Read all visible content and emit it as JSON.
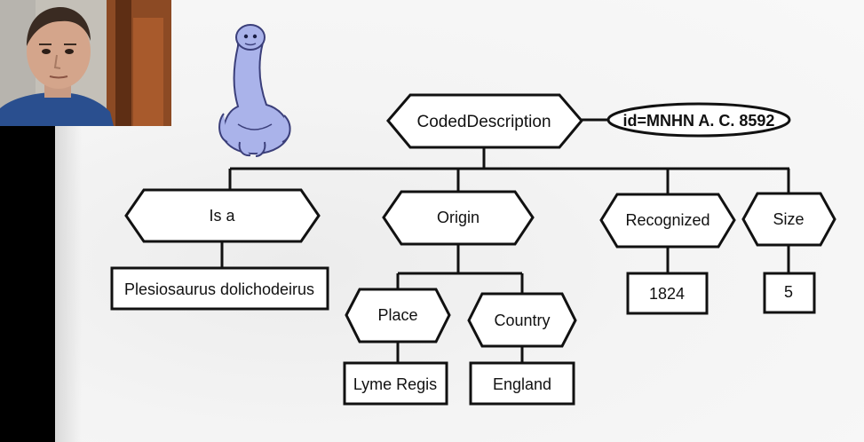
{
  "diagram": {
    "root": {
      "label": "CodedDescription"
    },
    "identifier": {
      "label": "id=MNHN A. C. 8592"
    },
    "is_a": {
      "label": "Is a",
      "value": "Plesiosaurus dolichodeirus"
    },
    "origin": {
      "label": "Origin",
      "place": {
        "label": "Place",
        "value": "Lyme Regis"
      },
      "country": {
        "label": "Country",
        "value": "England"
      }
    },
    "recognized": {
      "label": "Recognized",
      "value": "1824"
    },
    "size": {
      "label": "Size",
      "value": "5"
    }
  },
  "colors": {
    "mascot_body": "#aab3ea",
    "mascot_outline": "#3b3f7a",
    "line": "#111111",
    "box_fill": "#ffffff"
  }
}
